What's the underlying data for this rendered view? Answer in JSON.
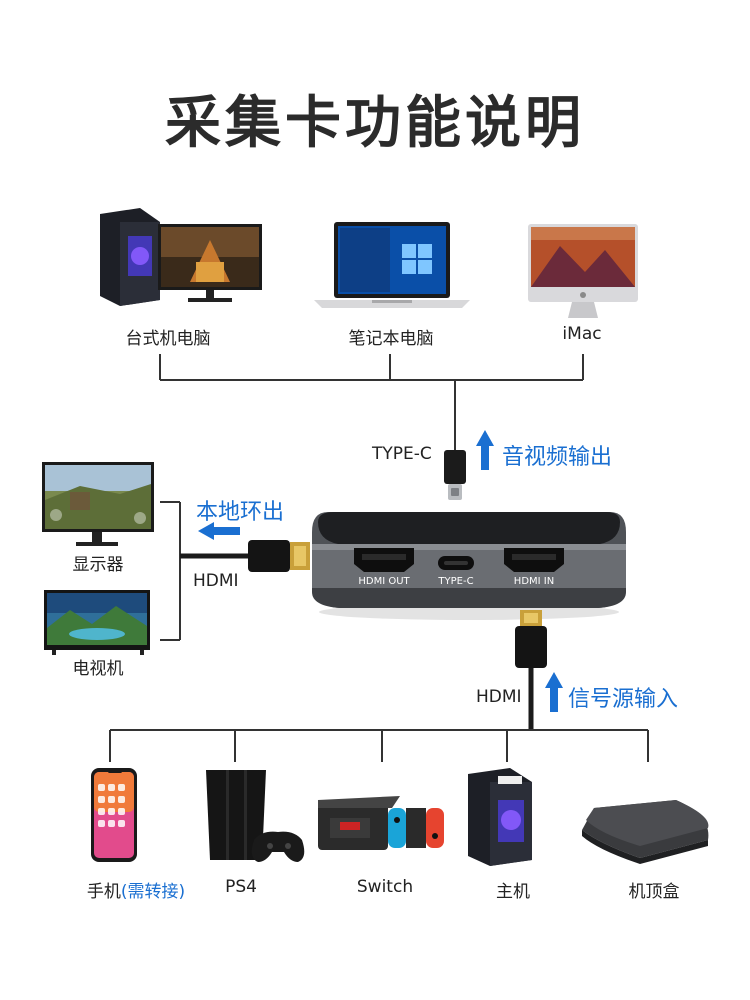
{
  "title": "采集卡功能说明",
  "top_devices": {
    "desktop": "台式机电脑",
    "laptop": "笔记本电脑",
    "imac": "iMac"
  },
  "left_devices": {
    "monitor": "显示器",
    "tv": "电视机"
  },
  "bottom_devices": {
    "phone": "手机",
    "phone_note": "(需转接)",
    "ps4": "PS4",
    "switch": "Switch",
    "host": "主机",
    "stb": "机顶盒"
  },
  "cables": {
    "type_c": "TYPE-C",
    "hdmi_left": "HDMI",
    "hdmi_bottom": "HDMI"
  },
  "arrows": {
    "av_output": "音视频输出",
    "local_loop": "本地环出",
    "signal_input": "信号源输入"
  },
  "device_ports": {
    "hdmi_out": "HDMI OUT",
    "type_c": "TYPE-C",
    "hdmi_in": "HDMI IN"
  },
  "colors": {
    "accent_blue": "#1a6fd1",
    "line": "#333333",
    "device_body": "#5e6166"
  }
}
